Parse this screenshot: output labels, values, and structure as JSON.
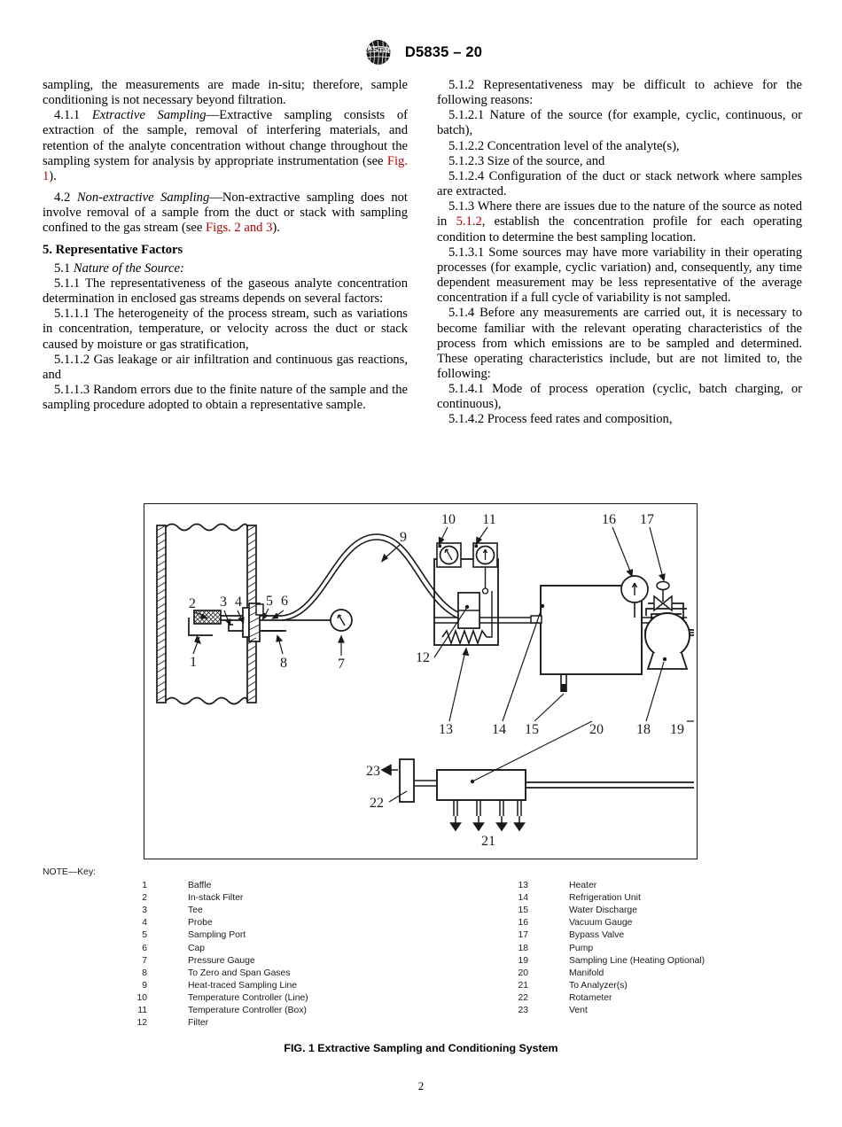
{
  "header": {
    "logo_alt": "ASTM International logo",
    "doc_id": "D5835 – 20"
  },
  "left_column": {
    "p1": "sampling, the measurements are made in-situ; therefore, sample conditioning is not necessary beyond filtration.",
    "p2_num": "4.1.1",
    "p2_title": "Extractive Sampling",
    "p2_body_a": "—Extractive sampling consists of extraction of the sample, removal of interfering materials, and retention of the analyte concentration without change throughout the sampling system for analysis by appropriate instrumentation (see ",
    "p2_link": "Fig. 1",
    "p2_body_b": ").",
    "p3_num": "4.2",
    "p3_title": "Non-extractive Sampling",
    "p3_body_a": "—Non-extractive sampling does not involve removal of a sample from the duct or stack with sampling confined to the gas stream (see ",
    "p3_link": "Figs. 2 and 3",
    "p3_body_b": ").",
    "heading5": "5.  Representative Factors",
    "p4_num": "5.1",
    "p4_title": "Nature of the Source:",
    "p5": "5.1.1  The representativeness of the gaseous analyte concentration determination in enclosed gas streams depends on several factors:",
    "p6": "5.1.1.1 The heterogeneity of the process stream, such as variations in concentration, temperature, or velocity across the duct or stack caused by moisture or gas stratification,",
    "p7": "5.1.1.2 Gas leakage or air infiltration and continuous gas reactions, and",
    "p8": "5.1.1.3  Random errors due to the finite nature of the sample and the sampling procedure adopted to obtain a representative sample."
  },
  "right_column": {
    "p1": "5.1.2  Representativeness may be difficult to achieve for the following reasons:",
    "p2": "5.1.2.1 Nature of the source (for example, cyclic, continuous, or batch),",
    "p3": "5.1.2.2  Concentration level of the analyte(s),",
    "p4": "5.1.2.3  Size of the source, and",
    "p5": "5.1.2.4  Configuration of the duct or stack network where samples are extracted.",
    "p6_a": "5.1.3  Where there are issues due to the nature of the source as noted in ",
    "p6_link": "5.1.2",
    "p6_b": ", establish the concentration profile for each operating condition to determine the best sampling location.",
    "p7": "5.1.3.1  Some sources may have more variability in their operating processes (for example, cyclic variation) and, consequently, any time dependent measurement may be less representative of the average concentration if a full cycle of variability is not sampled.",
    "p8": "5.1.4  Before any measurements are carried out, it is necessary to become familiar with the relevant operating characteristics of the process from which emissions are to be sampled and determined. These operating characteristics include, but are not limited to, the following:",
    "p9": "5.1.4.1  Mode of process operation (cyclic, batch charging, or continuous),",
    "p10": "5.1.4.2  Process feed rates and composition,"
  },
  "figure": {
    "callouts": {
      "n1": "1",
      "n2": "2",
      "n3": "3",
      "n4": "4",
      "n5": "5",
      "n6": "6",
      "n7": "7",
      "n8": "8",
      "n9": "9",
      "n10": "10",
      "n11": "11",
      "n12": "12",
      "n13": "13",
      "n14": "14",
      "n15": "15",
      "n16": "16",
      "n17": "17",
      "n18": "18",
      "n19": "19",
      "n20": "20",
      "n21": "21",
      "n22": "22",
      "n23": "23"
    },
    "caption": "FIG. 1  Extractive Sampling and Conditioning System"
  },
  "key": {
    "note_label": "NOTE—Key:",
    "left": [
      {
        "num": "1",
        "label": "Baffle"
      },
      {
        "num": "2",
        "label": "In-stack Filter"
      },
      {
        "num": "3",
        "label": "Tee"
      },
      {
        "num": "4",
        "label": "Probe"
      },
      {
        "num": "5",
        "label": "Sampling Port"
      },
      {
        "num": "6",
        "label": "Cap"
      },
      {
        "num": "7",
        "label": "Pressure Gauge"
      },
      {
        "num": "8",
        "label": "To Zero and Span Gases"
      },
      {
        "num": "9",
        "label": "Heat-traced Sampling Line"
      },
      {
        "num": "10",
        "label": "Temperature Controller (Line)"
      },
      {
        "num": "11",
        "label": "Temperature Controller (Box)"
      },
      {
        "num": "12",
        "label": "Filter"
      }
    ],
    "right": [
      {
        "num": "13",
        "label": "Heater"
      },
      {
        "num": "14",
        "label": "Refrigeration Unit"
      },
      {
        "num": "15",
        "label": "Water Discharge"
      },
      {
        "num": "16",
        "label": "Vacuum Gauge"
      },
      {
        "num": "17",
        "label": "Bypass Valve"
      },
      {
        "num": "18",
        "label": "Pump"
      },
      {
        "num": "19",
        "label": "Sampling Line (Heating Optional)"
      },
      {
        "num": "20",
        "label": "Manifold"
      },
      {
        "num": "21",
        "label": "To Analyzer(s)"
      },
      {
        "num": "22",
        "label": "Rotameter"
      },
      {
        "num": "23",
        "label": "Vent"
      }
    ]
  },
  "page_number": "2"
}
